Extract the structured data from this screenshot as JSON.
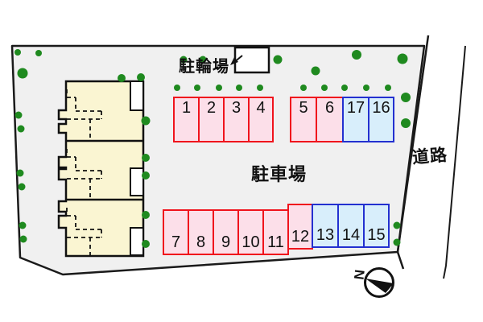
{
  "plan": {
    "labels": {
      "bicycle_parking": "駐輪場",
      "parking_lot": "駐車場",
      "road": "道路"
    },
    "compass": {
      "north": "N"
    },
    "parking_spaces": [
      {
        "number": "1",
        "group": "pink"
      },
      {
        "number": "2",
        "group": "pink"
      },
      {
        "number": "3",
        "group": "pink"
      },
      {
        "number": "4",
        "group": "pink"
      },
      {
        "number": "5",
        "group": "pink"
      },
      {
        "number": "6",
        "group": "pink"
      },
      {
        "number": "17",
        "group": "blue"
      },
      {
        "number": "16",
        "group": "blue"
      },
      {
        "number": "7",
        "group": "pink"
      },
      {
        "number": "8",
        "group": "pink"
      },
      {
        "number": "9",
        "group": "pink"
      },
      {
        "number": "10",
        "group": "pink"
      },
      {
        "number": "11",
        "group": "pink"
      },
      {
        "number": "12",
        "group": "pink"
      },
      {
        "number": "13",
        "group": "blue"
      },
      {
        "number": "14",
        "group": "blue"
      },
      {
        "number": "15",
        "group": "blue"
      }
    ],
    "colors": {
      "standard_space_fill": "#fcdfe9",
      "standard_space_border": "#f0131c",
      "compact_space_fill": "#d8eefb",
      "compact_space_border": "#2330d0",
      "building_fill": "#faf5d2",
      "site_fill": "#f0f0f0",
      "tree_green": "#1f8a1f"
    }
  }
}
